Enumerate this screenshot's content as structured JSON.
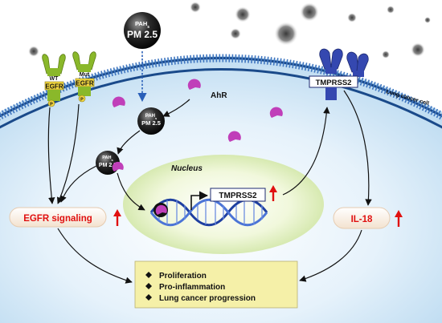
{
  "pollutant": {
    "main_pah": "PAH",
    "main_pah_sub": "s",
    "main_pm": "PM 2.5",
    "small_pah": "PAH",
    "small_pah_sub": "s",
    "small_pm": "PM 2.5"
  },
  "receptors": {
    "wt_label": "WT",
    "mut_label": "Mut",
    "egfr": "EGFR",
    "phospho": "P",
    "tmprss2_membrane": "TMPRSS2"
  },
  "labels": {
    "ahr": "AhR",
    "cell": "Lung cancer cell",
    "nucleus": "Nucleus",
    "tmprss2_gene": "TMPRSS2",
    "egfr_signaling": "EGFR signaling",
    "il18": "IL-18"
  },
  "outcomes": {
    "items": [
      "Proliferation",
      "Pro-inflammation",
      "Lung cancer progression"
    ]
  },
  "colors": {
    "membrane": "#1a4a8a",
    "egfr_receptor": "#8ab82a",
    "egfr_box": "#f2d640",
    "tmprss2_receptor": "#3548b0",
    "ahr": "#c03fb9",
    "increase_arrow": "#e01010",
    "outcome_box": "#f5f0a8",
    "dna_strand": "#1e3fa0"
  }
}
